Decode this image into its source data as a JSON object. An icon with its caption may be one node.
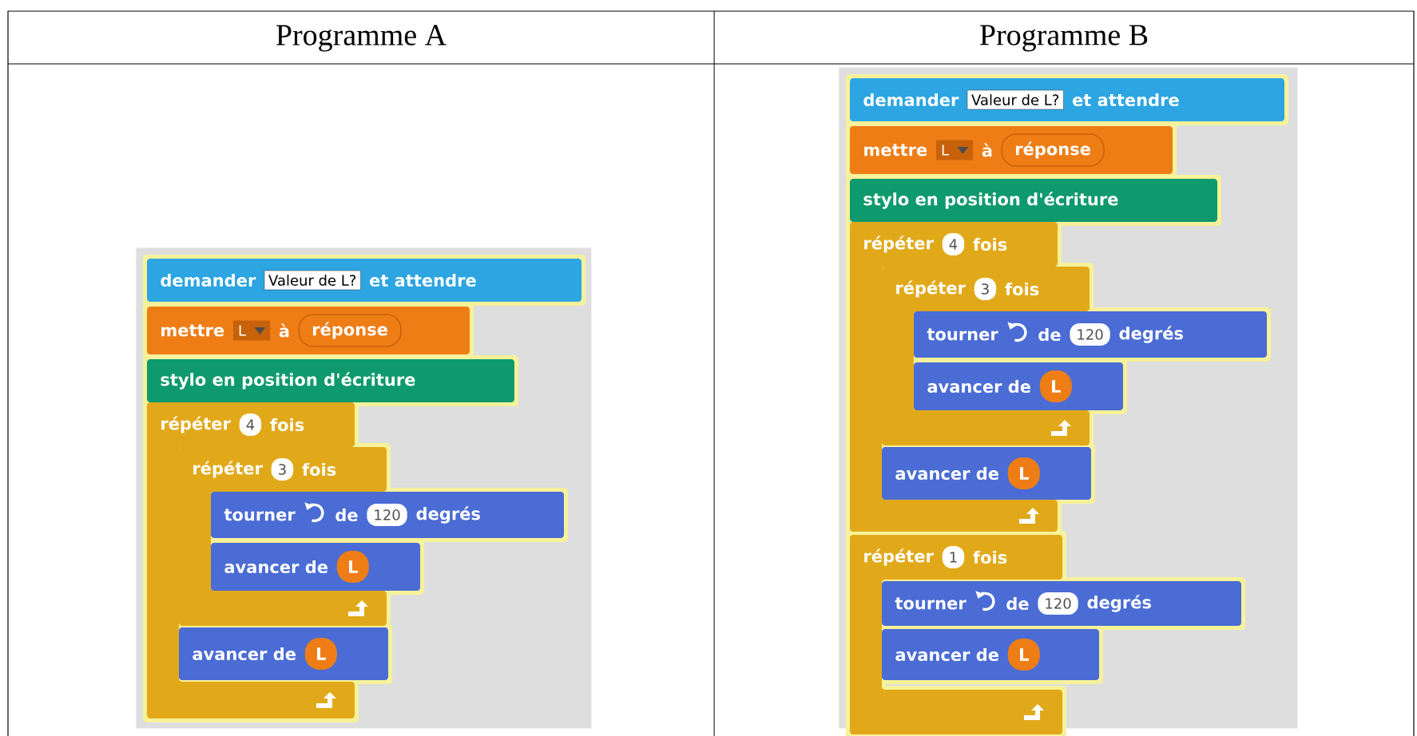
{
  "diagram": {
    "nodes": [
      {
        "text": [],
        "shape": "box"
      },
      {
        "text": [
          "demander",
          "Valeur de L?",
          "et attendre"
        ],
        "in": 0
      },
      {
        "text": [
          "mettre",
          "L",
          "à",
          "réponse"
        ],
        "in": 0
      },
      {
        "text": [
          "stylo en position d'écriture"
        ],
        "in": 0
      },
      {
        "text": [
          "répéter",
          "4",
          "fois"
        ],
        "in": 0
      },
      {
        "text": [
          "répéter",
          "3",
          "fois"
        ],
        "in": 4
      },
      {
        "text": [
          "tourner",
          "de",
          "120",
          "degrés"
        ],
        "in": 0
      },
      {
        "text": [
          "avancer de",
          "L"
        ],
        "in": 5
      },
      {
        "text": [
          "avancer de",
          "L"
        ],
        "in": 4
      },
      {
        "text": [],
        "shape": "box"
      },
      {
        "text": [
          "demander",
          "Valeur de L?",
          "et attendre"
        ],
        "in": 9
      },
      {
        "text": [
          "mettre",
          "L",
          "à",
          "réponse"
        ],
        "in": 9
      },
      {
        "text": [
          "stylo en position d'écriture"
        ],
        "in": 9
      },
      {
        "text": [
          "répéter",
          "4",
          "fois"
        ],
        "in": 9
      },
      {
        "text": [
          "répéter",
          "3",
          "fois"
        ],
        "in": 13
      },
      {
        "text": [
          "tourner",
          "de",
          "120",
          "degrés"
        ],
        "in": 9
      },
      {
        "text": [
          "avancer de",
          "L"
        ],
        "in": 14
      },
      {
        "text": [
          "avancer de",
          "L"
        ],
        "in": 13
      },
      {
        "text": [
          "répéter",
          "1",
          "fois"
        ],
        "in": 9
      },
      {
        "text": [
          "tourner",
          "de",
          "120",
          "degrés"
        ],
        "in": 9
      },
      {
        "text": [
          "avancer de",
          "L"
        ],
        "in": 18
      }
    ],
    "labels": [
      "Programme A",
      "Programme B"
    ]
  }
}
